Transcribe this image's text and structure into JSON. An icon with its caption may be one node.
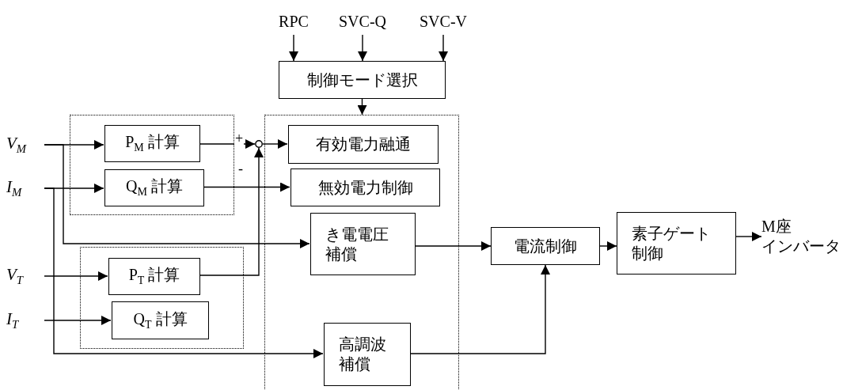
{
  "diagram": {
    "nodes": [
      {
        "text": [
          "RPC"
        ]
      },
      {
        "text": [
          "SVC-Q"
        ]
      },
      {
        "text": [
          "SVC-V"
        ]
      },
      {
        "text": [
          "制御モード選択"
        ]
      },
      {
        "text": [],
        "shape": "box"
      },
      {
        "text": [
          "P$_{M}$ 計算"
        ],
        "in": 4
      },
      {
        "text": [
          "Q$_{M}$ 計算"
        ],
        "in": 4
      },
      {
        "text": [],
        "shape": "box"
      },
      {
        "text": [
          "有効電力融通"
        ],
        "in": 7
      },
      {
        "text": [
          "無効電力制御"
        ],
        "in": 7
      },
      {
        "text": [
          "き電電圧補償"
        ],
        "in": 7
      },
      {
        "text": [
          "高調波補償"
        ],
        "in": 7
      },
      {
        "text": [],
        "shape": "box"
      },
      {
        "text": [
          "P$_{T}$ 計算"
        ],
        "in": 12
      },
      {
        "text": [
          "Q$_{T}$ 計算"
        ],
        "in": 12
      },
      {
        "text": [
          "電流制御"
        ]
      },
      {
        "text": [
          "素子ゲート制御"
        ]
      },
      {
        "text": [
          "V$_{M}$"
        ]
      },
      {
        "text": [
          "I$_{M}$"
        ]
      },
      {
        "text": [
          "V$_{T}$"
        ]
      },
      {
        "text": [
          "I$_{T}$"
        ]
      },
      {
        "text": [
          "M座",
          "インバータ"
        ]
      },
      {
        "text": [],
        "shape": "circle"
      }
    ],
    "edges": [
      {
        "from": 0,
        "to": 3,
        "arrow": "to"
      },
      {
        "from": 1,
        "to": 3,
        "arrow": "to"
      },
      {
        "from": 2,
        "to": 3,
        "arrow": "to"
      },
      {
        "from": 3,
        "to": 7,
        "arrow": "to"
      },
      {
        "from": 17,
        "to": 5,
        "arrow": "to"
      },
      {
        "from": 17,
        "to": 10,
        "arrow": "to"
      },
      {
        "from": 5,
        "to": 22,
        "arrow": "to",
        "label": "+"
      },
      {
        "from": 22,
        "to": 8,
        "arrow": "to"
      },
      {
        "from": 18,
        "to": 6,
        "arrow": "to"
      },
      {
        "from": 18,
        "to": 11,
        "arrow": "to"
      },
      {
        "from": 6,
        "to": 9,
        "arrow": "to"
      },
      {
        "from": 19,
        "to": 13,
        "arrow": "to"
      },
      {
        "from": 13,
        "to": 22,
        "arrow": "to",
        "label": "-"
      },
      {
        "from": 20,
        "to": 14,
        "arrow": "to"
      },
      {
        "from": 10,
        "to": 15,
        "arrow": "to"
      },
      {
        "from": 11,
        "to": 15,
        "arrow": "to"
      },
      {
        "from": 15,
        "to": 16,
        "arrow": "to"
      },
      {
        "from": 16,
        "to": 21,
        "arrow": "to"
      }
    ]
  }
}
